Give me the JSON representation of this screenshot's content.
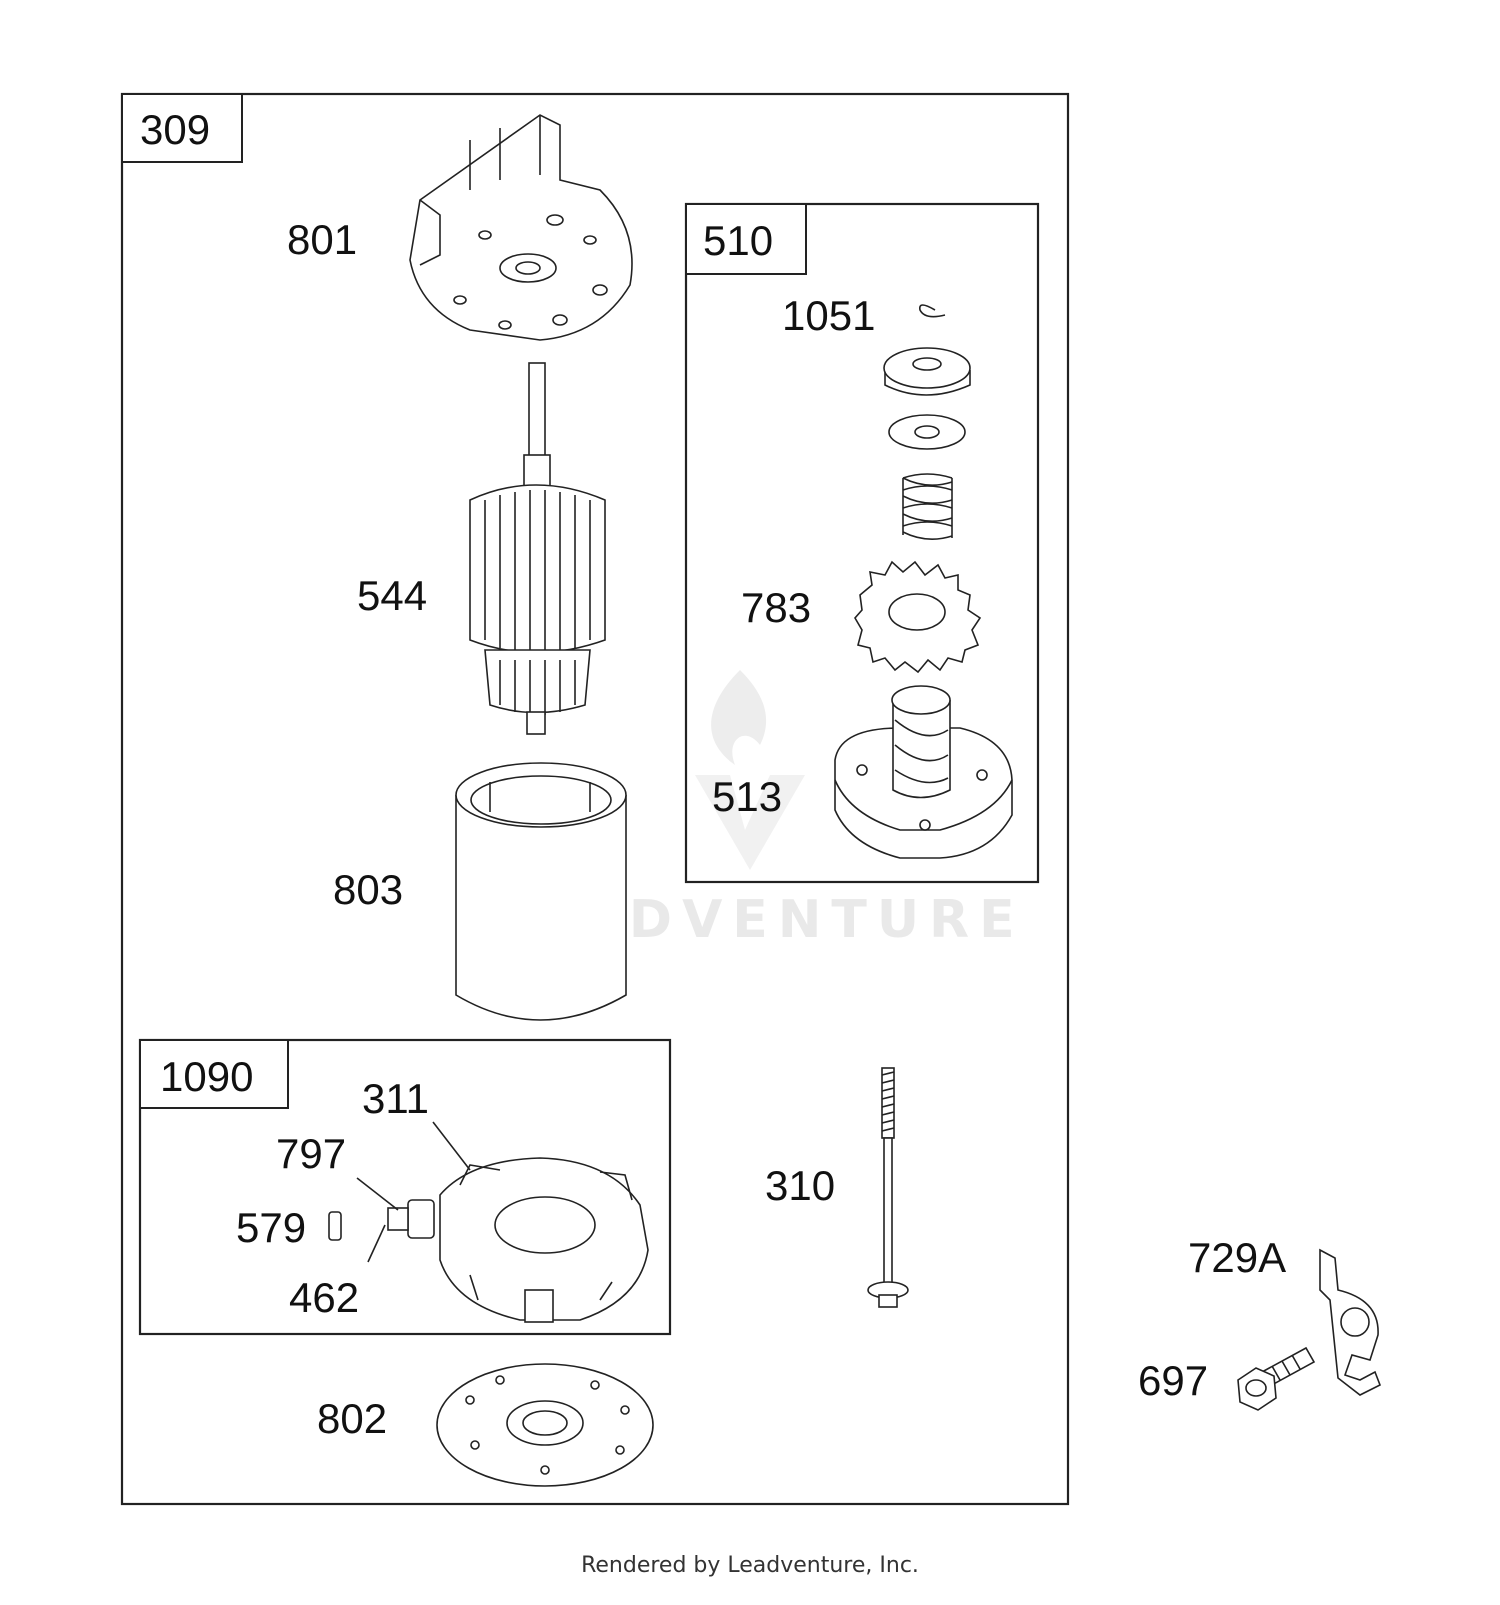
{
  "groups": {
    "starter": "309",
    "drive": "510",
    "brush": "1090"
  },
  "parts": {
    "p801": "801",
    "p544": "544",
    "p803": "803",
    "p802": "802",
    "p1051": "1051",
    "p783": "783",
    "p513": "513",
    "p311": "311",
    "p797": "797",
    "p579": "579",
    "p462": "462",
    "p310": "310",
    "p729A": "729A",
    "p697": "697"
  },
  "watermark": "LEADVENTURE",
  "footer": "Rendered by Leadventure, Inc."
}
